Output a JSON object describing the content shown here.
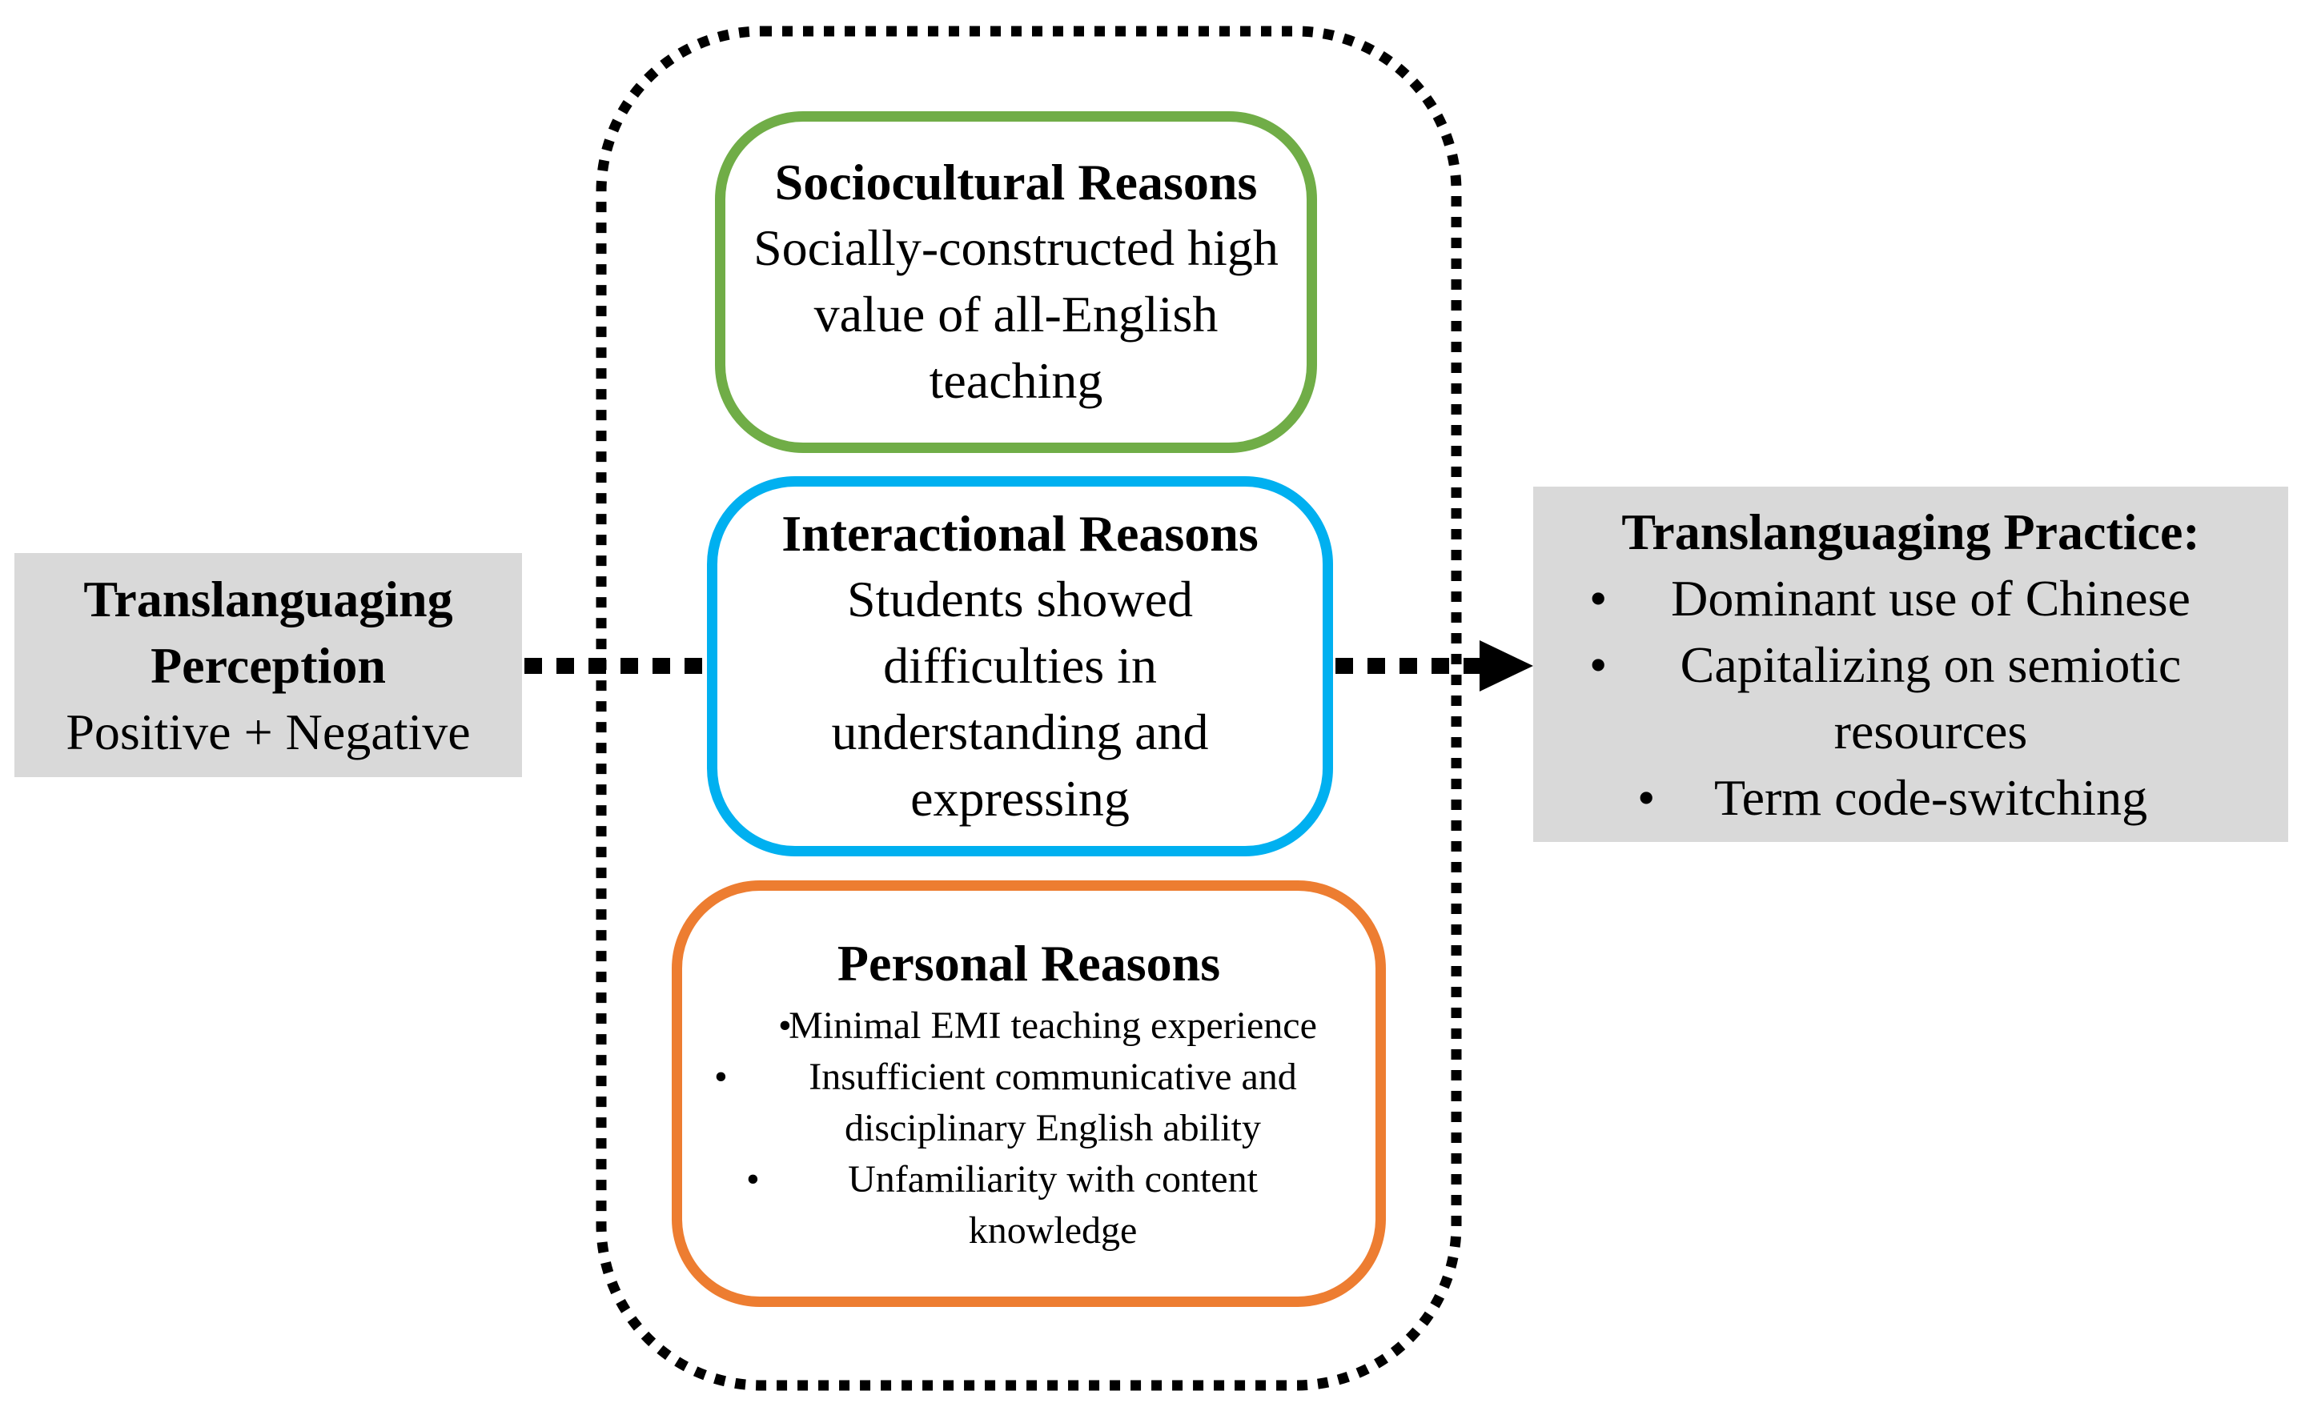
{
  "perception": {
    "title": "Translanguaging Perception",
    "subtitle": "Positive + Negative"
  },
  "practice": {
    "title": "Translanguaging Practice:",
    "items": [
      "Dominant use of Chinese",
      "Capitalizing on semiotic resources",
      "Term code-switching"
    ]
  },
  "reasons": {
    "sociocultural": {
      "title": "Sociocultural Reasons",
      "body": "Socially-constructed high value of all-English teaching"
    },
    "interactional": {
      "title": "Interactional Reasons",
      "body": "Students showed difficulties in understanding and expressing"
    },
    "personal": {
      "title": "Personal Reasons",
      "items": [
        "Minimal EMI teaching experience",
        "Insufficient communicative and disciplinary English ability",
        "Unfamiliarity with content knowledge"
      ]
    }
  },
  "colors": {
    "sociocultural_border": "#70ad47",
    "interactional_border": "#00b0f0",
    "personal_border": "#ed7d31",
    "side_box_fill": "#d9d9d9"
  },
  "icons": {
    "bullet": "•",
    "arrow": "arrowhead-icon"
  }
}
